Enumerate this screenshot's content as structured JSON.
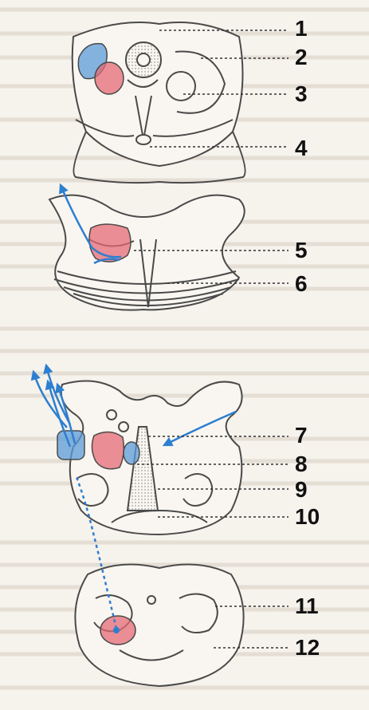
{
  "labels": [
    "1",
    "2",
    "3",
    "4",
    "5",
    "6",
    "7",
    "8",
    "9",
    "10",
    "11",
    "12"
  ],
  "colors": {
    "paper": "#f6f2ec",
    "outline": "#4a4a4a",
    "red_fill": "#e46a74",
    "blue_fill": "#5b9bd8",
    "arrow": "#2d7fd0",
    "leader": "#333333",
    "label": "#111111"
  }
}
